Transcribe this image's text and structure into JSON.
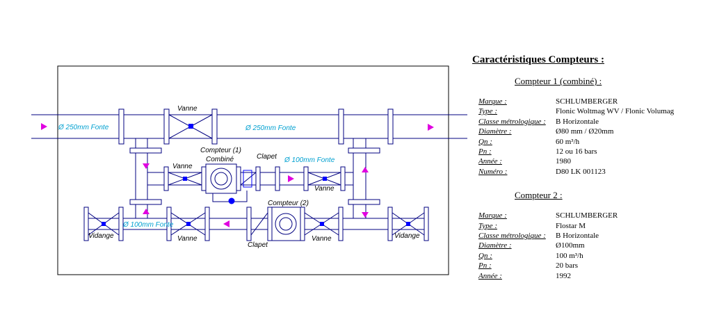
{
  "colors": {
    "pipe": "#000080",
    "label": "#00a0d0",
    "arrow": "#e000e0",
    "valve": "#0000ff"
  },
  "diagram": {
    "pipe_labels": [
      "Ø 250mm Fonte",
      "Ø 250mm Fonte",
      "Ø 100mm Fonte",
      "Ø 100mm Fonte"
    ],
    "labels": {
      "vanne_top": "Vanne",
      "vanne_mid_left": "Vanne",
      "compteur1_line1": "Compteur ",
      "compteur1_num": "(1)",
      "compteur1_line2": "Combiné",
      "clapet_top": "Clapet",
      "vanne_mid_right": "Vanne",
      "compteur2": "Compteur ",
      "compteur2_num": "(2)",
      "vidange_left": "Vidange",
      "vanne_bot_left": "Vanne",
      "clapet_bot": "Clapet",
      "vanne_bot_right": "Vanne",
      "vidange_right": "Vidange"
    },
    "icons": [
      "flow-arrow-icon",
      "gate-valve-icon",
      "water-meter-icon",
      "check-valve-icon",
      "flange-icon"
    ]
  },
  "specs": {
    "title": "Caractéristiques Compteurs :",
    "meter1": {
      "title": "Compteur 1 (combiné) :",
      "rows": [
        {
          "key": "Marque :",
          "value": "SCHLUMBERGER"
        },
        {
          "key": "Type :",
          "value": "Flonic Woltmag WV / Flonic Volumag"
        },
        {
          "key": "Classe métrologique :",
          "value": "B Horizontale"
        },
        {
          "key": "Diamètre :",
          "value": "Ø80 mm / Ø20mm"
        },
        {
          "key": "Qn :",
          "value": "60 m³/h"
        },
        {
          "key": "Pn :",
          "value": "12 ou 16 bars"
        },
        {
          "key": "Année :",
          "value": "1980"
        },
        {
          "key": "Numéro :",
          "value": "D80 LK 001123"
        }
      ]
    },
    "meter2": {
      "title": "Compteur 2 :",
      "rows": [
        {
          "key": "Marque :",
          "value": "SCHLUMBERGER"
        },
        {
          "key": "Type :",
          "value": "Flostar M"
        },
        {
          "key": "Classe métrologique :",
          "value": "B Horizontale"
        },
        {
          "key": "Diamètre :",
          "value": "Ø100mm"
        },
        {
          "key": "Qn :",
          "value": "100 m³/h"
        },
        {
          "key": "Pn :",
          "value": "20 bars"
        },
        {
          "key": "Année :",
          "value": "1992"
        }
      ]
    }
  }
}
